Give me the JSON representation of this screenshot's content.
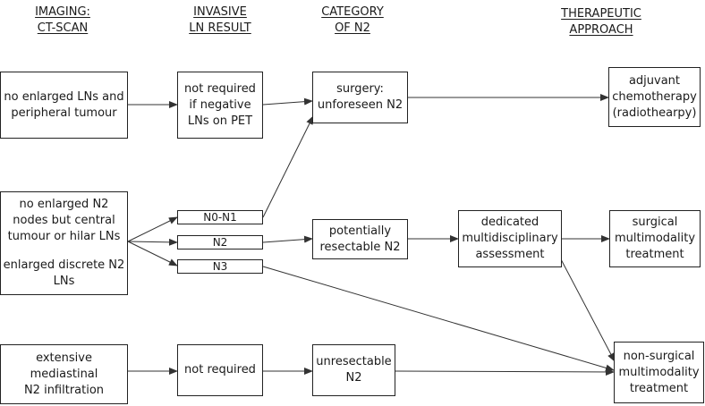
{
  "headers": {
    "imaging": [
      "IMAGING:",
      "CT-SCAN"
    ],
    "invasive": [
      "INVASIVE",
      "LN RESULT"
    ],
    "category": [
      "CATEGORY",
      "OF N2"
    ],
    "therapeutic": [
      "THERAPEUTIC",
      "APPROACH"
    ]
  },
  "imaging": {
    "peripheral": [
      "no enlarged LNs and",
      "peripheral tumour"
    ],
    "central": [
      "no enlarged N2",
      "nodes but central",
      "tumour or hilar LNs"
    ],
    "discrete": [
      "enlarged discrete N2",
      "LNs"
    ],
    "extensive": [
      "extensive",
      "mediastinal",
      "N2 infiltration"
    ]
  },
  "invasive": {
    "pet": [
      "not required",
      "if negative",
      "LNs on PET"
    ],
    "n0n1": "N0-N1",
    "n2": "N2",
    "n3": "N3",
    "not_required": "not required"
  },
  "category": {
    "unforeseen": [
      "surgery:",
      "unforeseen N2"
    ],
    "resectable": [
      "potentially",
      "resectable N2"
    ],
    "unresectable": [
      "unresectable",
      "N2"
    ]
  },
  "approach": {
    "assessment": [
      "dedicated",
      "multidisciplinary",
      "assessment"
    ],
    "adjuvant": [
      "adjuvant",
      "chemotherapy",
      "(radiothearpy)"
    ],
    "surgical": [
      "surgical",
      "multimodality",
      "treatment"
    ],
    "nonsurgical": [
      "non-surgical",
      "multimodality",
      "treatment"
    ]
  },
  "colors": {
    "stroke": "#333333",
    "text": "#1a1a1a"
  }
}
